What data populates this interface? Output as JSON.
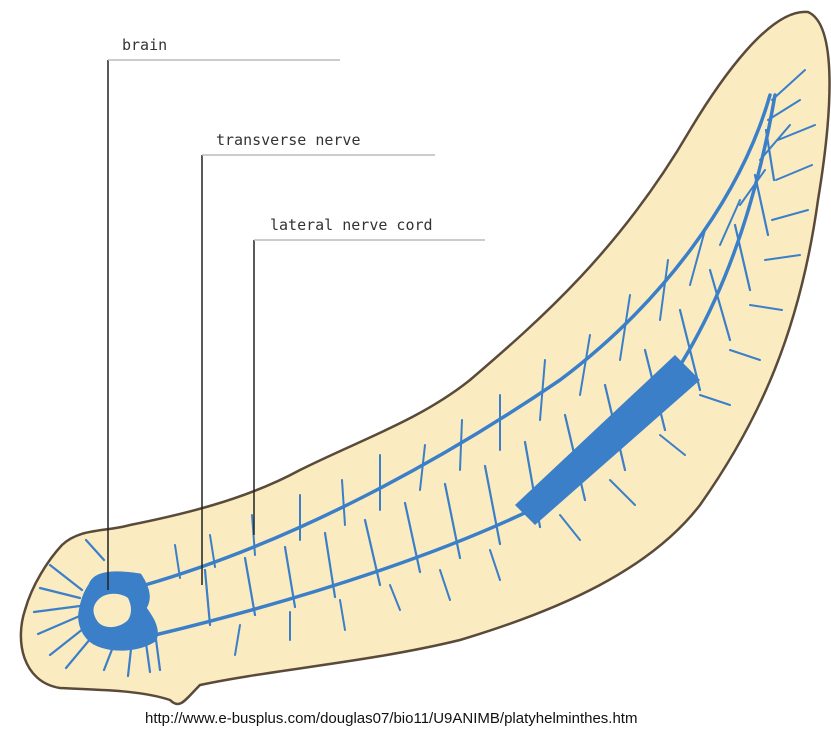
{
  "diagram": {
    "labels": {
      "brain": "brain",
      "transverse_nerve": "transverse nerve",
      "lateral_nerve_cord": "lateral nerve cord"
    },
    "source_url": "http://www.e-busplus.com/douglas07/bio11/U9ANIMB/platyhelminthes.htm",
    "colors": {
      "body_fill": "#FAEBC0",
      "body_outline": "#5A4A3A",
      "nerve": "#3B7FC8",
      "leader_line": "#222222",
      "label_underline": "#BBBBBB"
    }
  }
}
